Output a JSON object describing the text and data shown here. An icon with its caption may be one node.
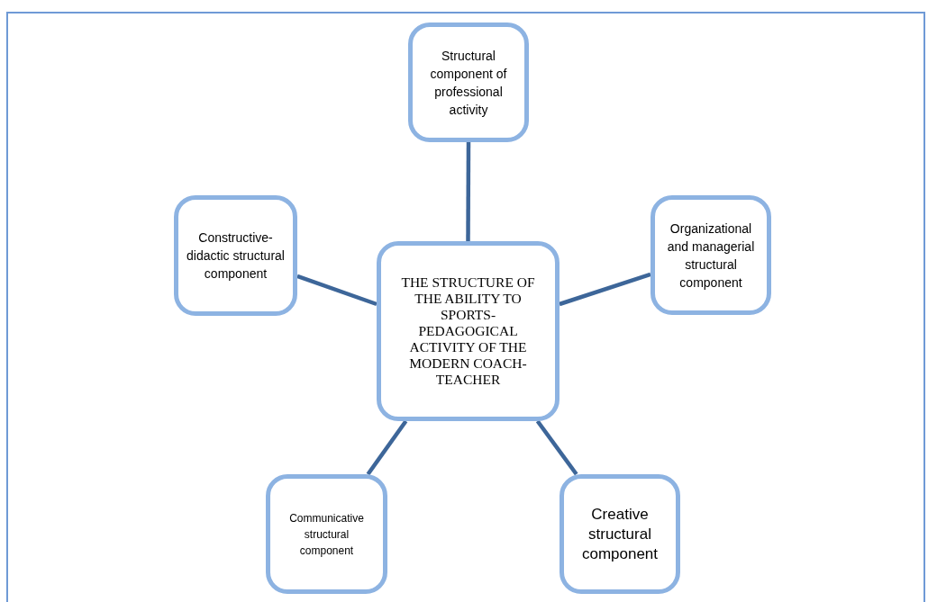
{
  "diagram": {
    "nodes": [
      {
        "text": [
          "THE STRUCTURE OF THE ABILITY TO SPORTS-PEDAGOGICAL ACTIVITY OF THE MODERN COACH-TEACHER"
        ]
      },
      {
        "text": [
          "Structural component of professional activity"
        ]
      },
      {
        "text": [
          "Constructive-didactic structural component"
        ]
      },
      {
        "text": [
          "Organizational and managerial structural component"
        ]
      },
      {
        "text": [
          "Communicative structural component"
        ]
      },
      {
        "text": [
          "Creative structural component"
        ]
      }
    ],
    "edges": [
      {
        "from": 0,
        "to": 1,
        "arrow": "none"
      },
      {
        "from": 0,
        "to": 2,
        "arrow": "none"
      },
      {
        "from": 0,
        "to": 3,
        "arrow": "none"
      },
      {
        "from": 0,
        "to": 4,
        "arrow": "none"
      },
      {
        "from": 0,
        "to": 5,
        "arrow": "none"
      }
    ]
  }
}
